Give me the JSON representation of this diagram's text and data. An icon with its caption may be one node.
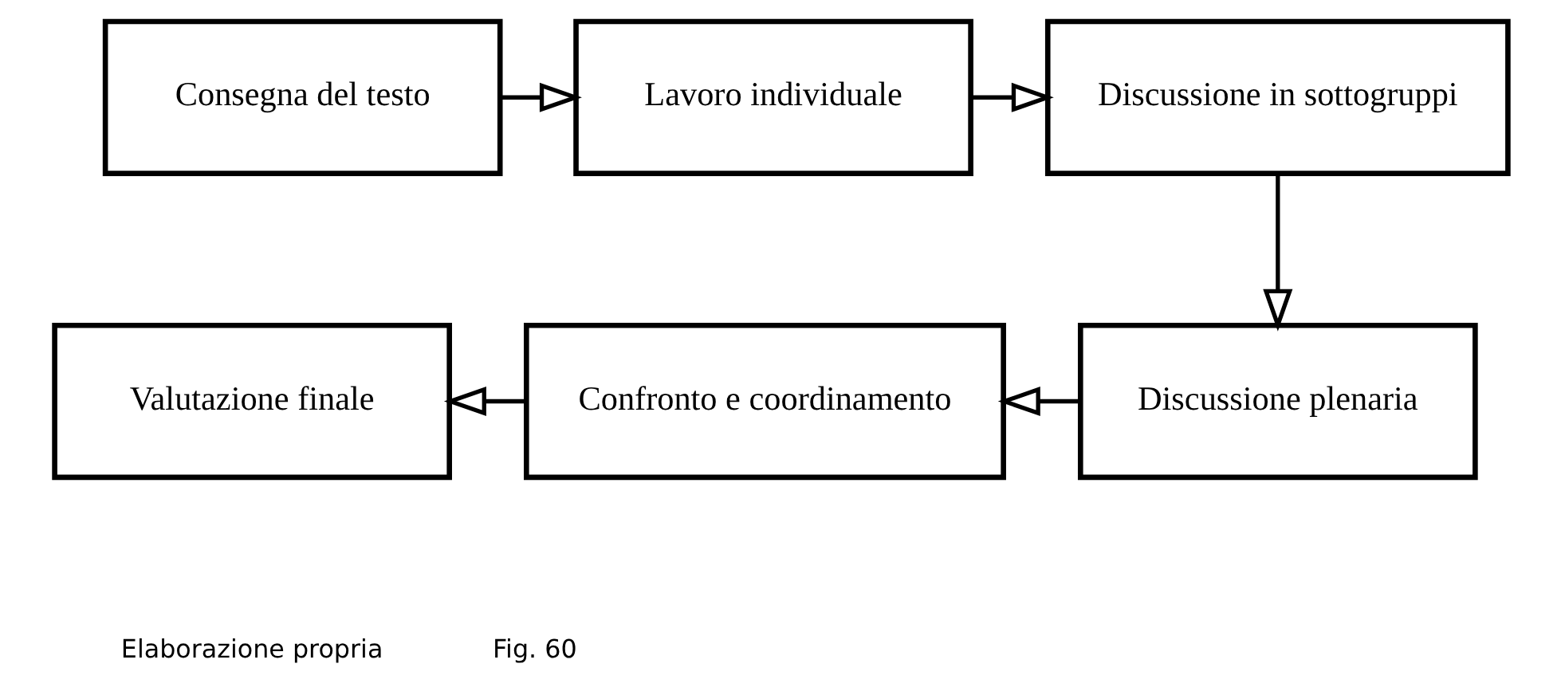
{
  "diagram": {
    "nodes": [
      {
        "text": [
          "Consegna del testo"
        ]
      },
      {
        "text": [
          "Lavoro individuale"
        ]
      },
      {
        "text": [
          "Discussione in sottogruppi"
        ]
      },
      {
        "text": [
          "Discussione plenaria"
        ]
      },
      {
        "text": [
          "Confronto e coordinamento"
        ]
      },
      {
        "text": [
          "Valutazione finale"
        ]
      }
    ],
    "edges": [
      {
        "from": 0,
        "to": 1,
        "arrow": "to"
      },
      {
        "from": 1,
        "to": 2,
        "arrow": "to"
      },
      {
        "from": 2,
        "to": 3,
        "arrow": "to"
      },
      {
        "from": 3,
        "to": 4,
        "arrow": "to"
      },
      {
        "from": 4,
        "to": 5,
        "arrow": "to"
      }
    ],
    "labels": [
      "Elaborazione propria",
      "Fig. 60"
    ]
  }
}
